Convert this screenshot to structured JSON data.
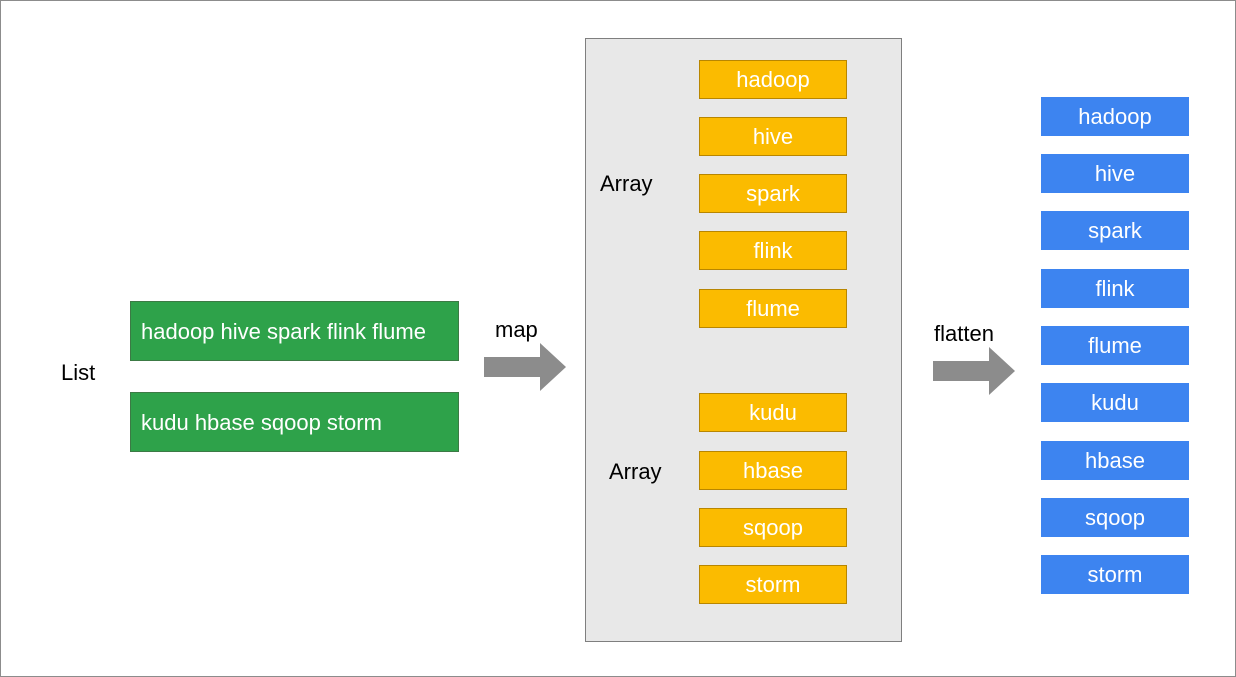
{
  "colors": {
    "green_box": "#2ea24a",
    "yellow_box": "#fbbb00",
    "blue_box": "#3d84f0",
    "panel_bg": "#e8e8e8",
    "arrow": "#8c8c8c"
  },
  "list_label": "List",
  "list_items": [
    "hadoop hive spark flink flume",
    "kudu hbase sqoop storm"
  ],
  "map_label": "map",
  "flatten_label": "flatten",
  "arrays": [
    {
      "label": "Array",
      "items": [
        "hadoop",
        "hive",
        "spark",
        "flink",
        "flume"
      ]
    },
    {
      "label": "Array",
      "items": [
        "kudu",
        "hbase",
        "sqoop",
        "storm"
      ]
    }
  ],
  "flattened": [
    "hadoop",
    "hive",
    "spark",
    "flink",
    "flume",
    "kudu",
    "hbase",
    "sqoop",
    "storm"
  ],
  "icons": {
    "map_arrow": "right-arrow-icon",
    "flatten_arrow": "right-arrow-icon"
  }
}
